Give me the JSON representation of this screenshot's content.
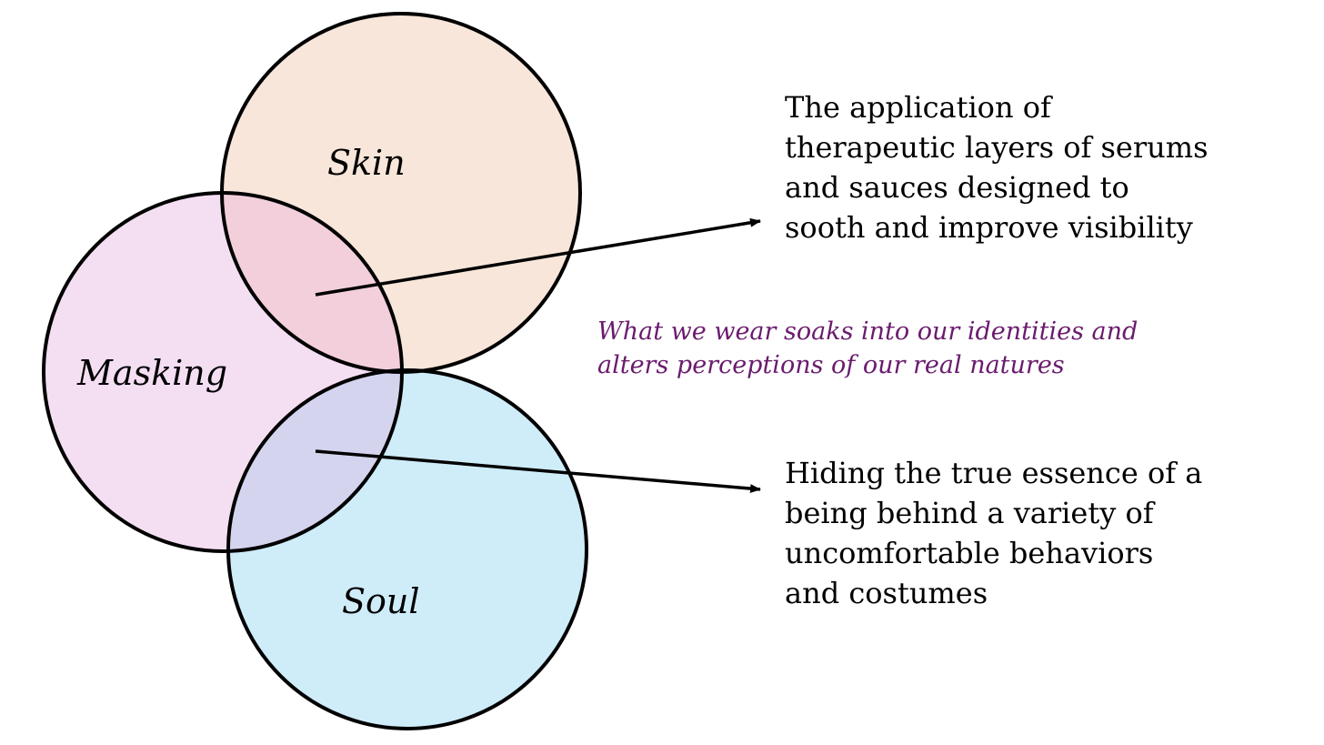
{
  "colors": {
    "skin_fill": "#f8e6da",
    "masking_fill": "#f4def2",
    "soul_fill": "#cfecf9",
    "skin_masking_overlap": "#f2cfdb",
    "soul_masking_overlap": "#d5d4ef",
    "outline": "#000000",
    "quote_text": "#6a1b6e"
  },
  "circles": {
    "skin": {
      "label": "Skin"
    },
    "masking": {
      "label": "Masking"
    },
    "soul": {
      "label": "Soul"
    }
  },
  "descriptions": {
    "skin_masking": {
      "lines": [
        "The application of",
        "therapeutic layers of serums",
        "and sauces designed to",
        "sooth and improve visibility"
      ]
    },
    "soul_masking": {
      "lines": [
        "Hiding the true essence of a",
        "being behind a variety of",
        "uncomfortable behaviors",
        "and costumes"
      ]
    }
  },
  "quote": {
    "lines": [
      "What we wear soaks into our identities and",
      "alters perceptions of our real natures"
    ]
  }
}
